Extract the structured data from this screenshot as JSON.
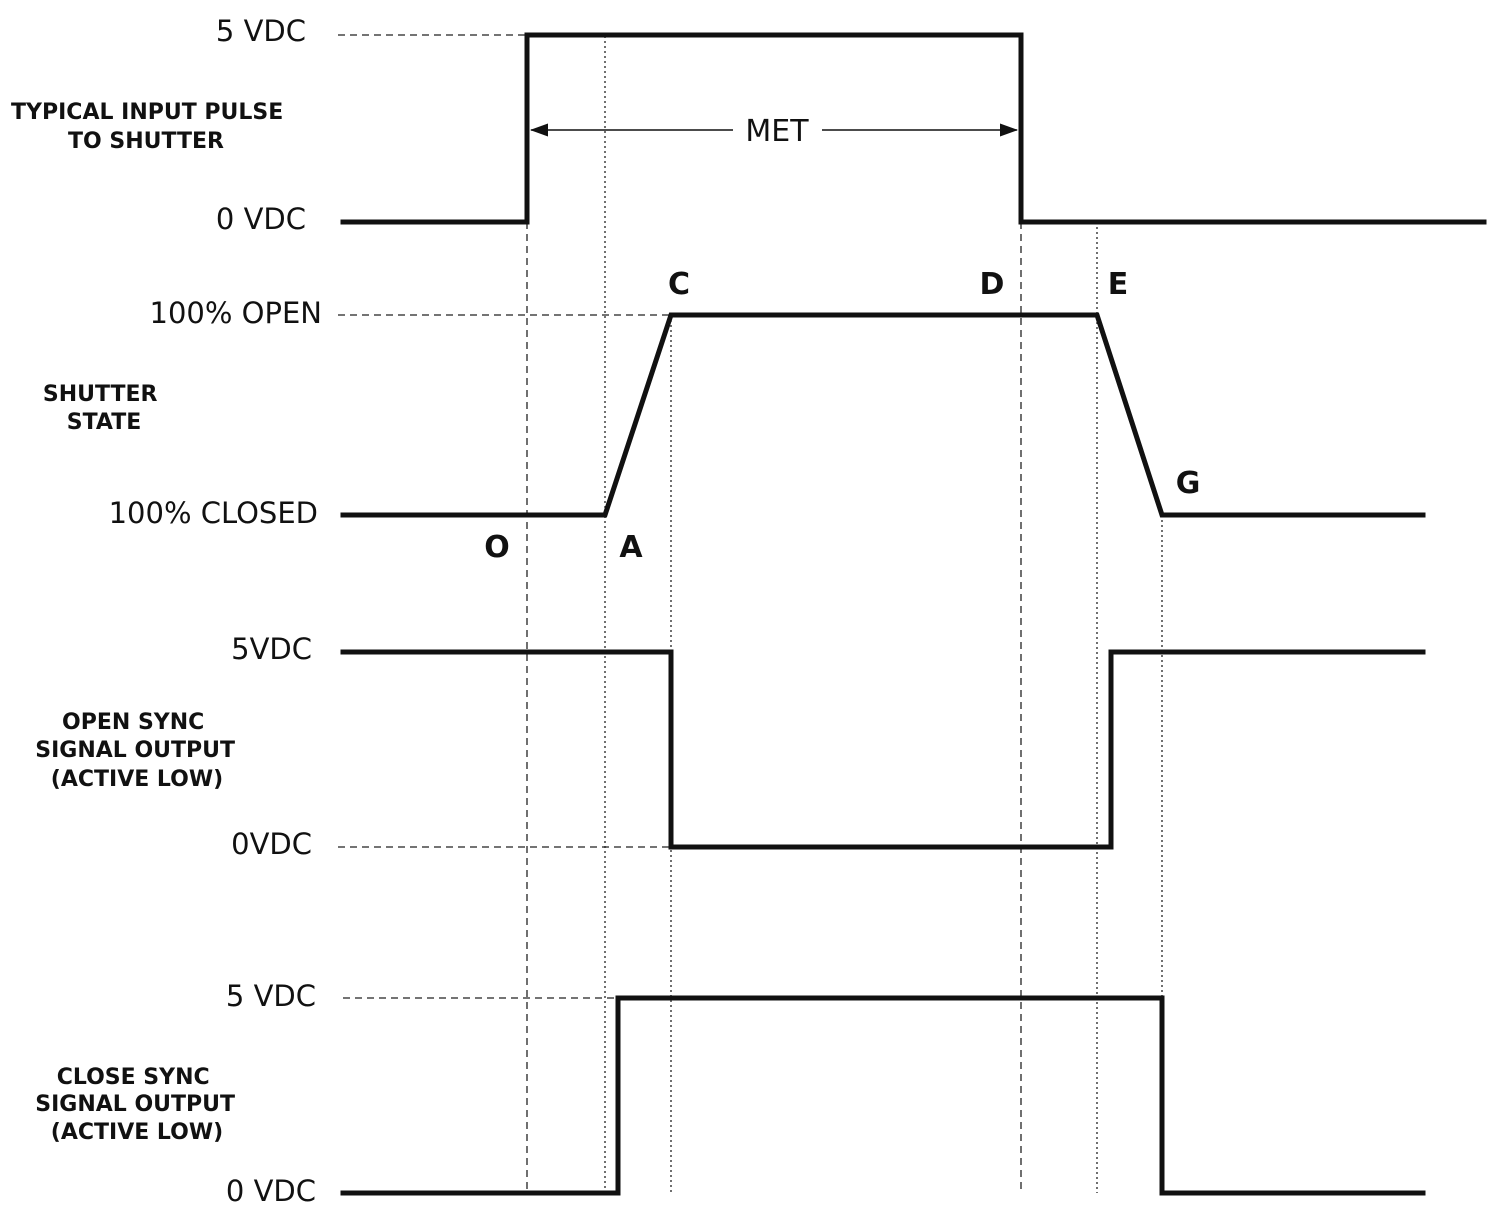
{
  "levels": {
    "input_high": "5 VDC",
    "input_low": "0 VDC",
    "shutter_open": "100% OPEN",
    "shutter_closed": "100% CLOSED",
    "open_sync_high": "5VDC",
    "open_sync_low": "0VDC",
    "close_sync_high": "5 VDC",
    "close_sync_low": "0 VDC"
  },
  "signals": {
    "input_pulse": [
      "TYPICAL INPUT PULSE",
      "TO SHUTTER"
    ],
    "shutter_state": [
      "SHUTTER",
      "STATE"
    ],
    "open_sync": [
      "OPEN SYNC",
      "SIGNAL OUTPUT",
      "(ACTIVE LOW)"
    ],
    "close_sync": [
      "CLOSE SYNC",
      "SIGNAL OUTPUT",
      "(ACTIVE LOW)"
    ]
  },
  "points": {
    "o": "O",
    "a": "A",
    "c": "C",
    "d": "D",
    "e": "E",
    "g": "G"
  },
  "met_label": "MET"
}
